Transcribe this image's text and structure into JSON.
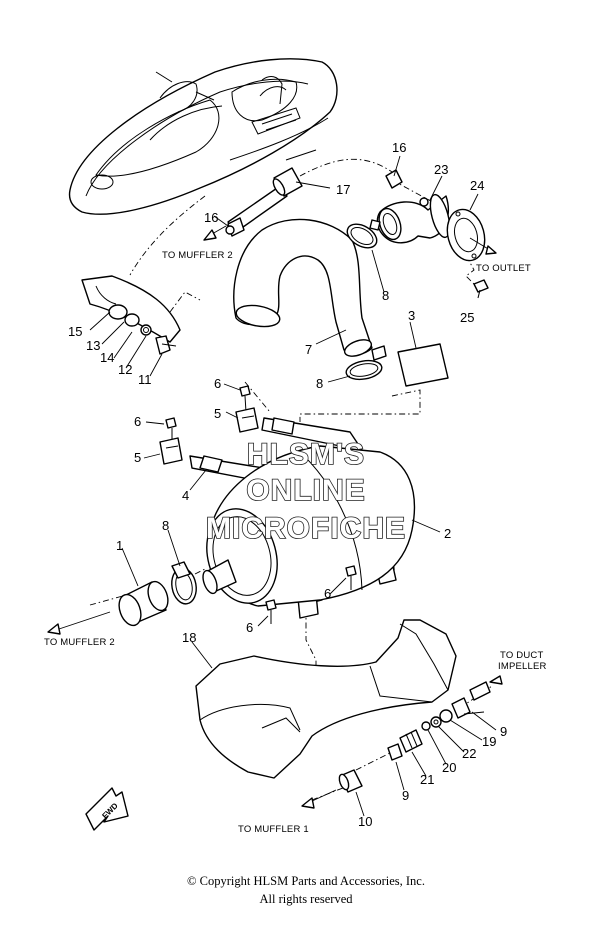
{
  "callouts": {
    "c1": "1",
    "c2": "2",
    "c3": "3",
    "c4": "4",
    "c5a": "5",
    "c5b": "5",
    "c6a": "6",
    "c6b": "6",
    "c6c": "6",
    "c6d": "6",
    "c7": "7",
    "c8a": "8",
    "c8b": "8",
    "c8c": "8",
    "c9a": "9",
    "c9b": "9",
    "c10": "10",
    "c11": "11",
    "c12": "12",
    "c13": "13",
    "c14": "14",
    "c15": "15",
    "c16a": "16",
    "c16b": "16",
    "c17": "17",
    "c18": "18",
    "c19": "19",
    "c20": "20",
    "c21": "21",
    "c22": "22",
    "c23": "23",
    "c24": "24",
    "c25": "25"
  },
  "destinations": {
    "muffler2_top": "TO MUFFLER 2",
    "outlet": "TO OUTLET",
    "muffler2_bottom": "TO MUFFLER 2",
    "duct_line1": "TO DUCT",
    "duct_line2": "IMPELLER",
    "muffler1": "TO MUFFLER 1"
  },
  "fwd_label": "FWD",
  "watermark": {
    "line1": "HLSM'S",
    "line2": "ONLINE",
    "line3": "MICROFICHE"
  },
  "copyright": {
    "line1": "© Copyright HLSM Parts and Accessories, Inc.",
    "line2": "All rights reserved"
  }
}
